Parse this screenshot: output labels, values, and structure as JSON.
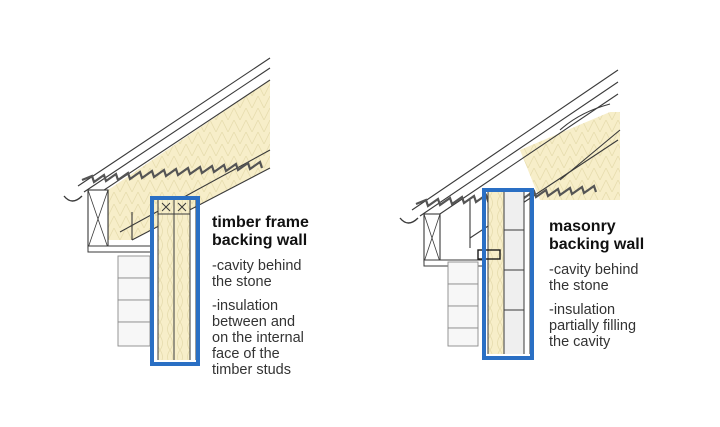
{
  "colors": {
    "insulation": "#f7eec9",
    "highlight": "#2a6fc4",
    "line": "#3a3a3a",
    "tile": "#555555",
    "masonry": "#efefef",
    "stone": "#f7f7f7"
  },
  "panels": [
    {
      "title_lines": [
        "timber frame",
        "backing wall"
      ],
      "notes": [
        [
          "-cavity behind",
          "the stone"
        ],
        [
          "-insulation",
          "between and",
          "on the internal",
          "face of the",
          "timber studs"
        ]
      ]
    },
    {
      "title_lines": [
        "masonry",
        "backing wall"
      ],
      "notes": [
        [
          "-cavity behind",
          "the stone"
        ],
        [
          "-insulation",
          "partially filling",
          "the cavity"
        ]
      ]
    }
  ]
}
